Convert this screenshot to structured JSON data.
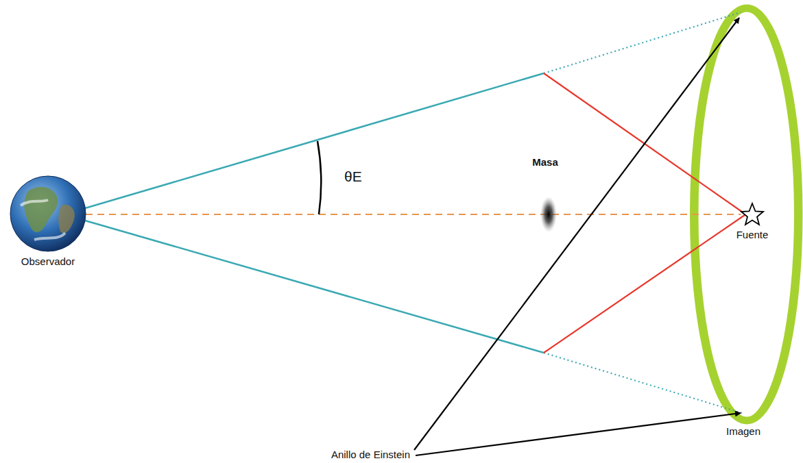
{
  "diagram": {
    "labels": [
      "θE",
      "Masa",
      "Observador",
      "Fuente",
      "Imagen",
      "Anillo de Einstein"
    ]
  }
}
